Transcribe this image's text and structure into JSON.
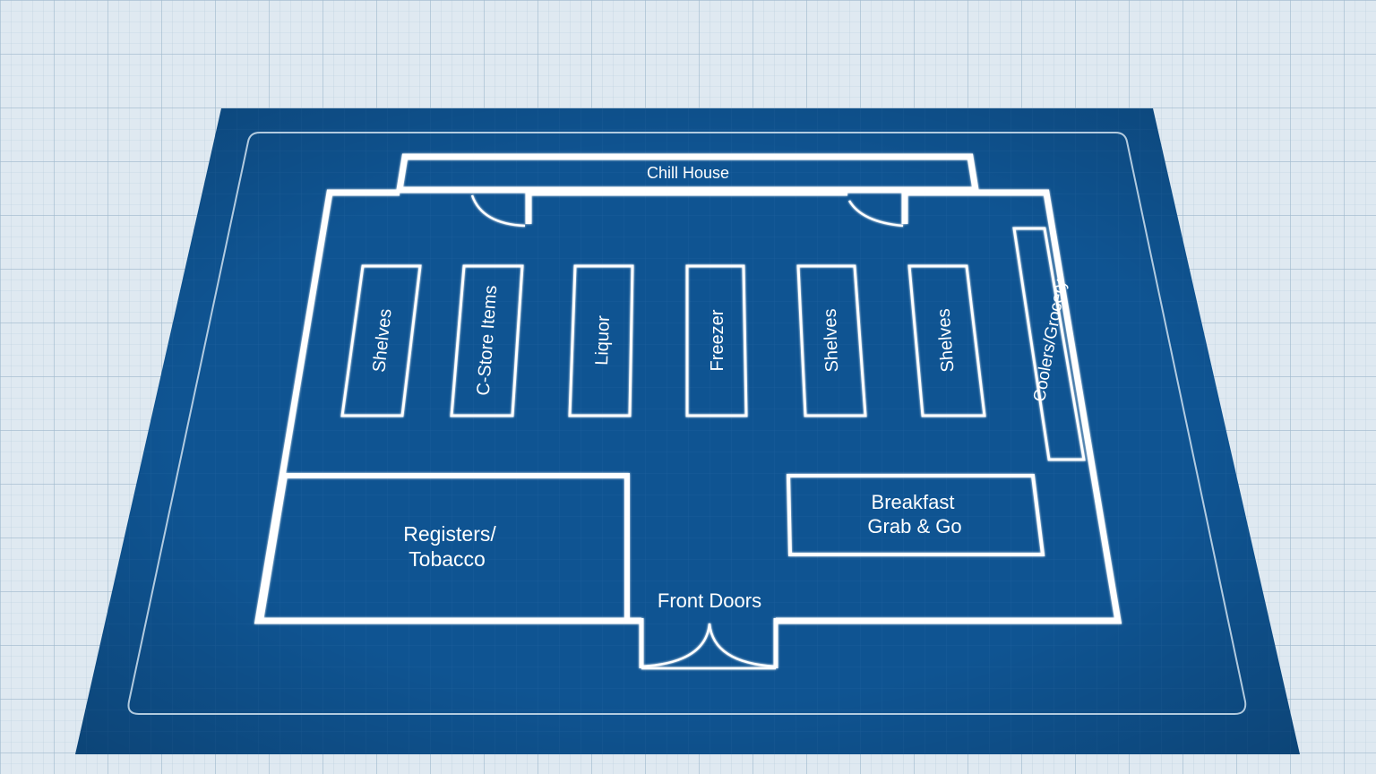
{
  "plan": {
    "rooms": {
      "chill_house": "Chill House",
      "registers": "Registers/",
      "tobacco": "Tobacco",
      "breakfast_line1": "Breakfast",
      "breakfast_line2": "Grab & Go",
      "front_doors": "Front Doors",
      "coolers": "Coolers/Grocery"
    },
    "aisles": [
      "Shelves",
      "C-Store Items",
      "Liquor",
      "Freezer",
      "Shelves",
      "Shelves"
    ]
  },
  "colors": {
    "paper": "#dfe9f1",
    "blueprint": "#0f5492",
    "line": "#ffffff"
  }
}
